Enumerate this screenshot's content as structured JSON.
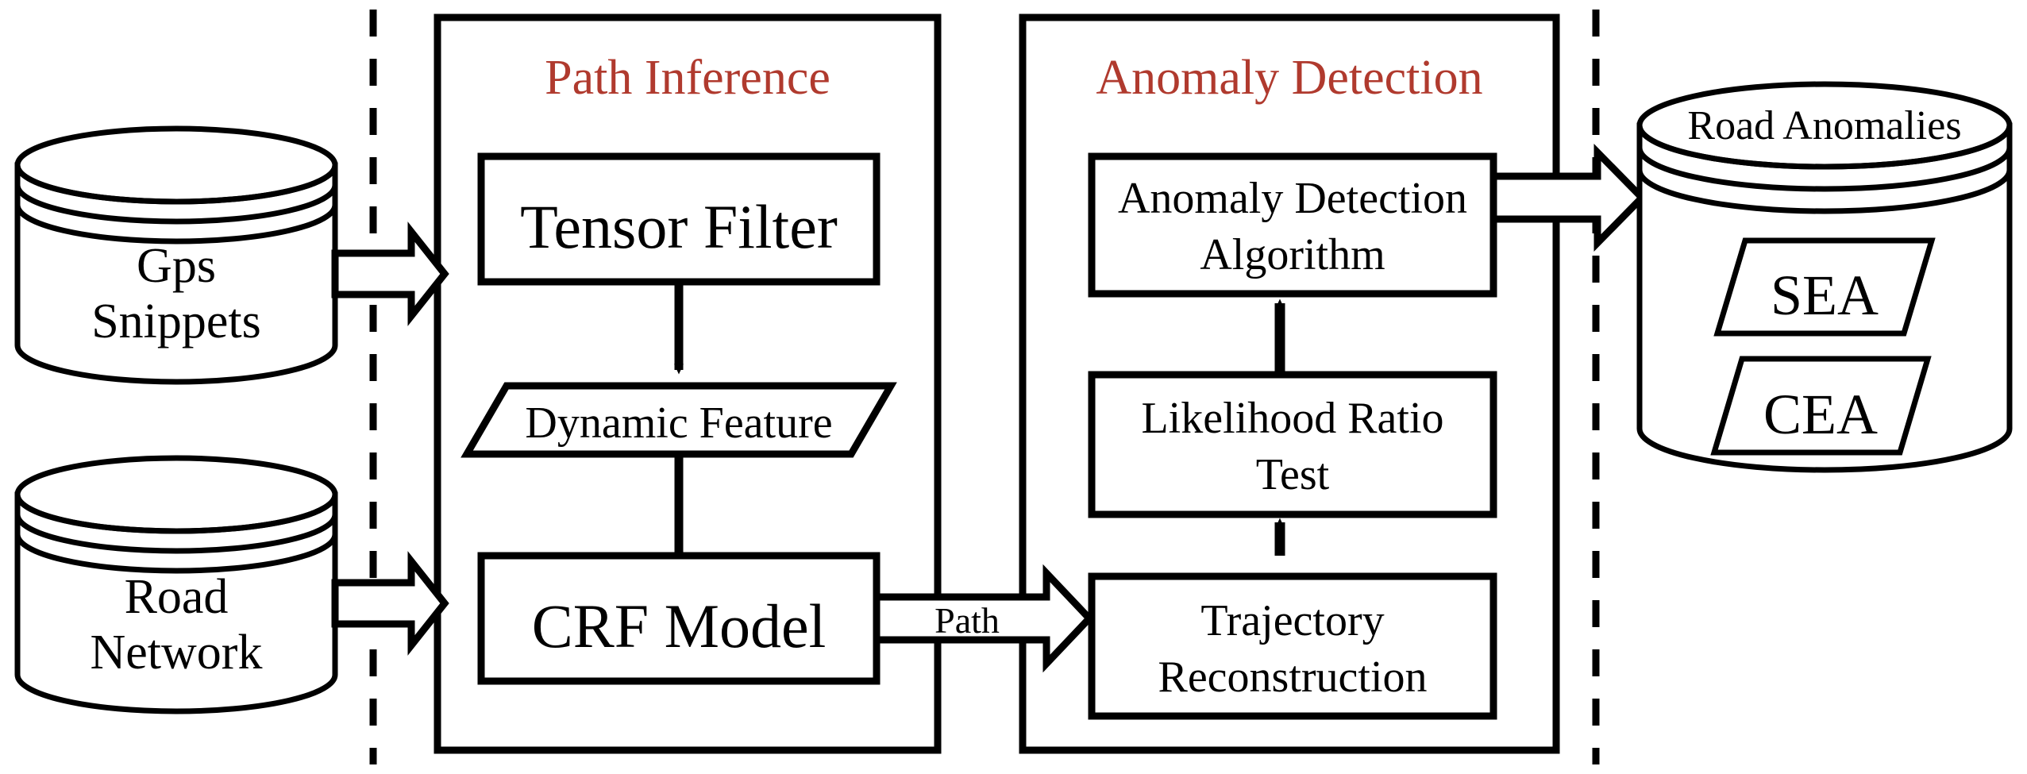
{
  "diagram": {
    "title_hidden": "",
    "accent_color": "#B03A2E",
    "line_color": "#000000",
    "background_color": "#FFFFFF"
  },
  "sources": [
    {
      "id": "gps-snippets",
      "shape": "cylinder",
      "lines": [
        "Gps",
        "Snippets"
      ]
    },
    {
      "id": "road-network",
      "shape": "cylinder",
      "lines": [
        "Road",
        "Network"
      ]
    }
  ],
  "stages": [
    {
      "id": "path-inference",
      "header": "Path Inference",
      "nodes": [
        {
          "id": "tensor-filter",
          "shape": "rect",
          "lines": [
            "Tensor Filter"
          ]
        },
        {
          "id": "dynamic-feature",
          "shape": "parallelogram",
          "lines": [
            "Dynamic Feature"
          ]
        },
        {
          "id": "crf-model",
          "shape": "rect",
          "lines": [
            "CRF Model"
          ]
        }
      ]
    },
    {
      "id": "anomaly-detection",
      "header": "Anomaly Detection",
      "nodes": [
        {
          "id": "anomaly-detection-algorithm",
          "shape": "rect",
          "lines": [
            "Anomaly Detection",
            "Algorithm"
          ]
        },
        {
          "id": "likelihood-ratio-test",
          "shape": "rect",
          "lines": [
            "Likelihood Ratio",
            "Test"
          ]
        },
        {
          "id": "trajectory-reconstruction",
          "shape": "rect",
          "lines": [
            "Trajectory",
            "Reconstruction"
          ]
        }
      ]
    }
  ],
  "sink": {
    "id": "road-anomalies",
    "shape": "cylinder",
    "label": "Road  Anomalies",
    "items": [
      {
        "id": "sea",
        "shape": "parallelogram",
        "label": "SEA"
      },
      {
        "id": "cea",
        "shape": "parallelogram",
        "label": "CEA"
      }
    ]
  },
  "edges": [
    {
      "id": "gps-to-path-inference",
      "style": "block-arrow",
      "label": ""
    },
    {
      "id": "road-network-to-path-inference",
      "style": "block-arrow",
      "label": ""
    },
    {
      "id": "tensor-filter-to-dynamic-feature",
      "style": "solid-arrow",
      "label": ""
    },
    {
      "id": "dynamic-feature-to-crf-model",
      "style": "solid-arrow",
      "label": ""
    },
    {
      "id": "crf-model-to-trajectory-reconstruction",
      "style": "block-arrow",
      "label": "Path"
    },
    {
      "id": "trajectory-to-likelihood",
      "style": "solid-arrow",
      "label": ""
    },
    {
      "id": "likelihood-to-anomaly-algorithm",
      "style": "solid-arrow",
      "label": ""
    },
    {
      "id": "anomaly-algorithm-to-road-anomalies",
      "style": "block-arrow",
      "label": ""
    }
  ],
  "dividers": [
    {
      "id": "left-divider",
      "style": "dashed"
    },
    {
      "id": "right-divider",
      "style": "dashed"
    }
  ]
}
